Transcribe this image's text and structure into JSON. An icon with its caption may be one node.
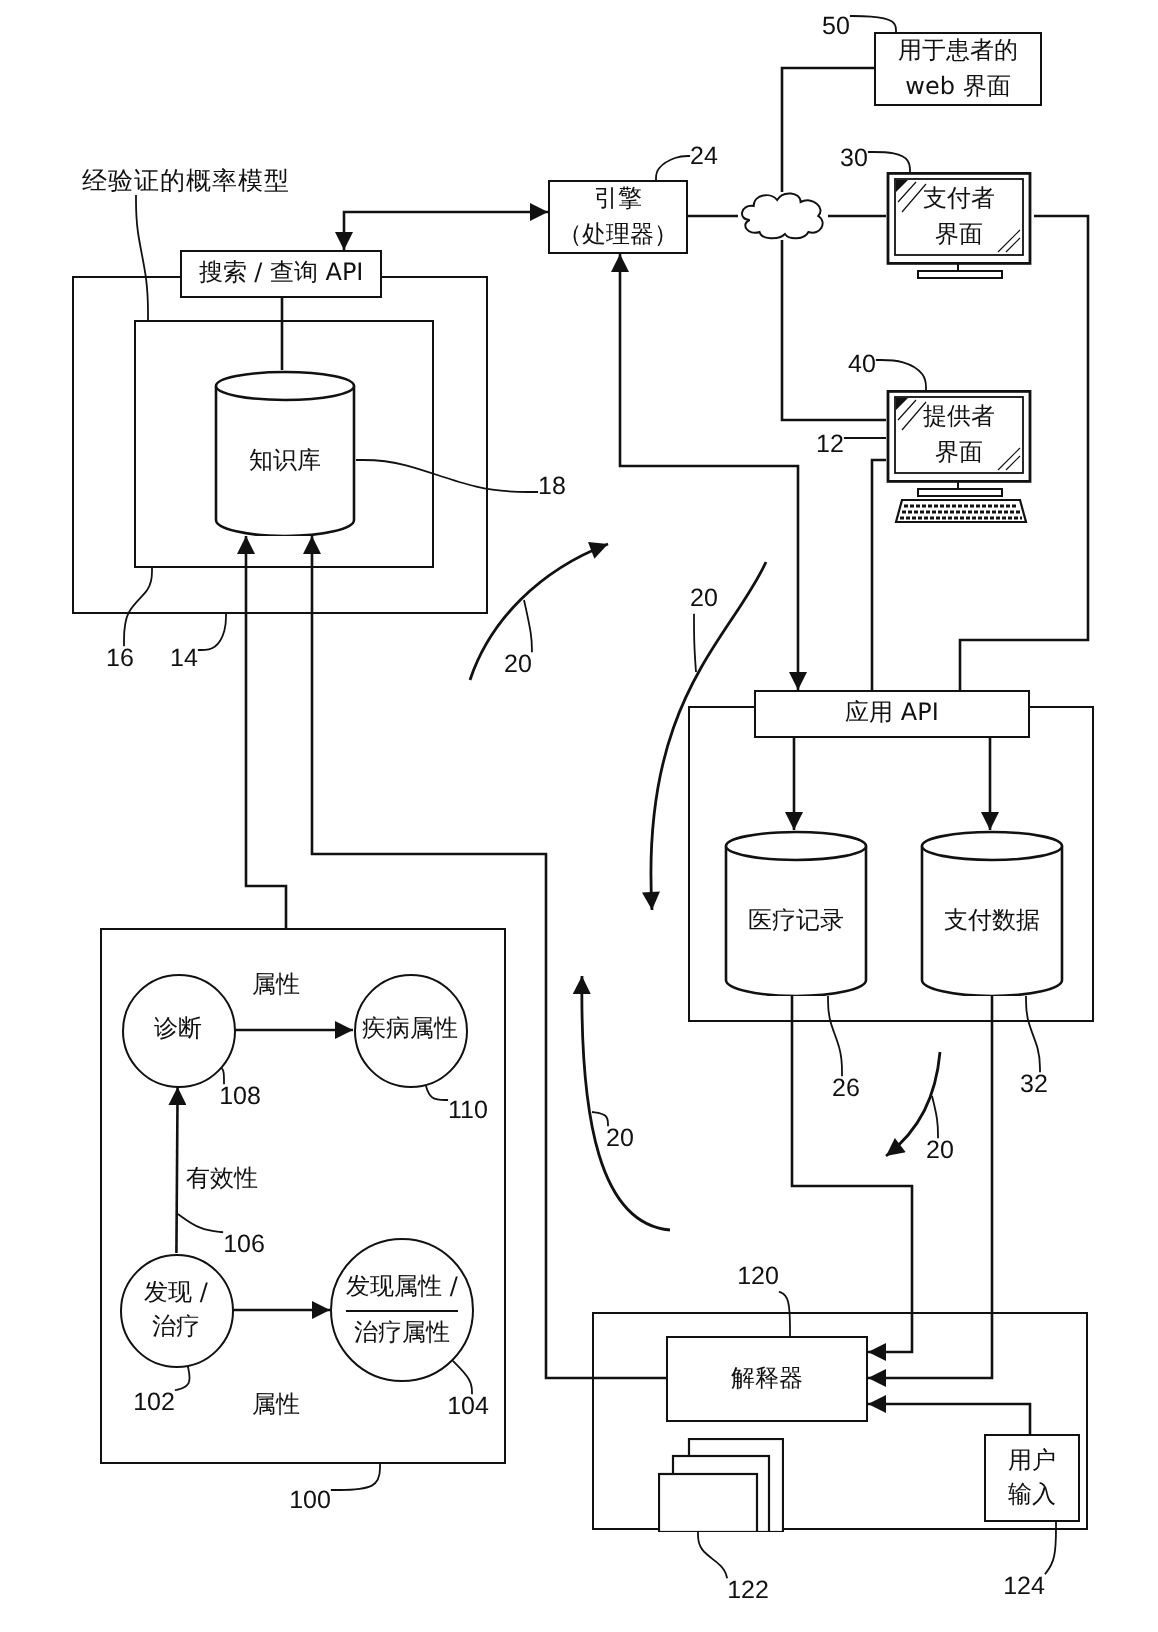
{
  "diagram": {
    "nodes": [
      {
        "text": [
          "经验证的概率模型"
        ]
      },
      {
        "text": [],
        "shape": "box"
      },
      {
        "text": [],
        "shape": "box",
        "in": 1
      },
      {
        "text": [
          "知识库"
        ],
        "in": 2
      },
      {
        "text": [
          "搜索 / 查询 API"
        ]
      },
      {
        "text": [
          "引擎",
          "（处理器）"
        ]
      },
      {
        "text": [],
        "shape": "cloud"
      },
      {
        "text": [
          "用于患者的web 界面"
        ]
      },
      {
        "text": [
          "支付者界面"
        ]
      },
      {
        "text": [
          "提供者界面"
        ]
      },
      {
        "text": [],
        "shape": "box"
      },
      {
        "text": [
          "应用 API"
        ]
      },
      {
        "text": [
          "医疗记录"
        ],
        "in": 10
      },
      {
        "text": [
          "支付数据"
        ],
        "in": 10
      },
      {
        "text": [],
        "shape": "box"
      },
      {
        "text": [
          "诊断"
        ],
        "in": 14
      },
      {
        "text": [
          "疾病属性"
        ],
        "in": 14
      },
      {
        "text": [
          "发现 /治疗"
        ],
        "in": 14
      },
      {
        "text": [
          "发现属性 /",
          "治疗属性"
        ],
        "in": 14
      },
      {
        "text": [],
        "shape": "box"
      },
      {
        "text": [
          "解释器"
        ],
        "in": 19
      },
      {
        "text": [],
        "shape": "box",
        "in": 19
      },
      {
        "text": [
          "用户输入"
        ],
        "in": 19
      },
      {
        "text": [
          "50"
        ]
      },
      {
        "text": [
          "24"
        ]
      },
      {
        "text": [
          "30"
        ]
      },
      {
        "text": [
          "40"
        ]
      },
      {
        "text": [
          "12"
        ]
      },
      {
        "text": [
          "18"
        ]
      },
      {
        "text": [
          "16"
        ]
      },
      {
        "text": [
          "14"
        ]
      },
      {
        "text": [
          "20"
        ]
      },
      {
        "text": [
          "20"
        ]
      },
      {
        "text": [
          "26"
        ]
      },
      {
        "text": [
          "32"
        ]
      },
      {
        "text": [
          "108"
        ],
        "in": 14
      },
      {
        "text": [
          "110"
        ],
        "in": 14
      },
      {
        "text": [
          "106"
        ],
        "in": 14
      },
      {
        "text": [
          "102"
        ],
        "in": 14
      },
      {
        "text": [
          "104"
        ],
        "in": 14
      },
      {
        "text": [
          "20"
        ]
      },
      {
        "text": [
          "20"
        ]
      },
      {
        "text": [
          "100"
        ]
      },
      {
        "text": [
          "120"
        ]
      },
      {
        "text": [
          "122"
        ]
      },
      {
        "text": [
          "124"
        ]
      }
    ],
    "edges": [
      {
        "from": 0,
        "to": 2,
        "arrow": "none"
      },
      {
        "from": 4,
        "to": 3,
        "arrow": "none"
      },
      {
        "from": 4,
        "to": 5,
        "arrow": "both"
      },
      {
        "from": 11,
        "to": 5,
        "arrow": "both"
      },
      {
        "from": 5,
        "to": 6,
        "arrow": "none"
      },
      {
        "from": 6,
        "to": 8,
        "arrow": "none"
      },
      {
        "from": 6,
        "to": 7,
        "arrow": "none"
      },
      {
        "from": 6,
        "to": 9,
        "arrow": "none"
      },
      {
        "from": 8,
        "to": 11,
        "arrow": "none"
      },
      {
        "from": 9,
        "to": 11,
        "arrow": "none"
      },
      {
        "from": 11,
        "to": 12,
        "arrow": "to"
      },
      {
        "from": 11,
        "to": 13,
        "arrow": "to"
      },
      {
        "from": 12,
        "to": 20,
        "arrow": "to"
      },
      {
        "from": 13,
        "to": 20,
        "arrow": "to"
      },
      {
        "from": 22,
        "to": 20,
        "arrow": "to"
      },
      {
        "from": 20,
        "to": 3,
        "arrow": "to"
      },
      {
        "from": 14,
        "to": 3,
        "arrow": "to"
      },
      {
        "from": 15,
        "to": 16,
        "arrow": "to",
        "label": "属性"
      },
      {
        "from": 17,
        "to": 15,
        "arrow": "to",
        "label": "有效性"
      },
      {
        "from": 17,
        "to": 18,
        "arrow": "to",
        "label": "属性"
      },
      {
        "from": 23,
        "to": 7,
        "arrow": "none"
      },
      {
        "from": 24,
        "to": 5,
        "arrow": "none"
      },
      {
        "from": 25,
        "to": 8,
        "arrow": "none"
      },
      {
        "from": 26,
        "to": 9,
        "arrow": "none"
      },
      {
        "from": 27,
        "to": 9,
        "arrow": "none"
      },
      {
        "from": 28,
        "to": 3,
        "arrow": "none"
      },
      {
        "from": 29,
        "to": 2,
        "arrow": "none"
      },
      {
        "from": 30,
        "to": 1,
        "arrow": "none"
      },
      {
        "from": 31,
        "to": null,
        "arrow": "none"
      },
      {
        "from": 32,
        "to": null,
        "arrow": "none"
      },
      {
        "from": 33,
        "to": 12,
        "arrow": "none"
      },
      {
        "from": 34,
        "to": 13,
        "arrow": "none"
      },
      {
        "from": 35,
        "to": 15,
        "arrow": "none"
      },
      {
        "from": 36,
        "to": 16,
        "arrow": "none"
      },
      {
        "from": 37,
        "to": null,
        "arrow": "none"
      },
      {
        "from": 38,
        "to": 17,
        "arrow": "none"
      },
      {
        "from": 39,
        "to": 18,
        "arrow": "none"
      },
      {
        "from": 40,
        "to": null,
        "arrow": "none"
      },
      {
        "from": 41,
        "to": null,
        "arrow": "none"
      },
      {
        "from": 42,
        "to": 14,
        "arrow": "none"
      },
      {
        "from": 43,
        "to": 20,
        "arrow": "none"
      },
      {
        "from": 44,
        "to": 21,
        "arrow": "none"
      },
      {
        "from": 45,
        "to": 22,
        "arrow": "none"
      }
    ]
  }
}
